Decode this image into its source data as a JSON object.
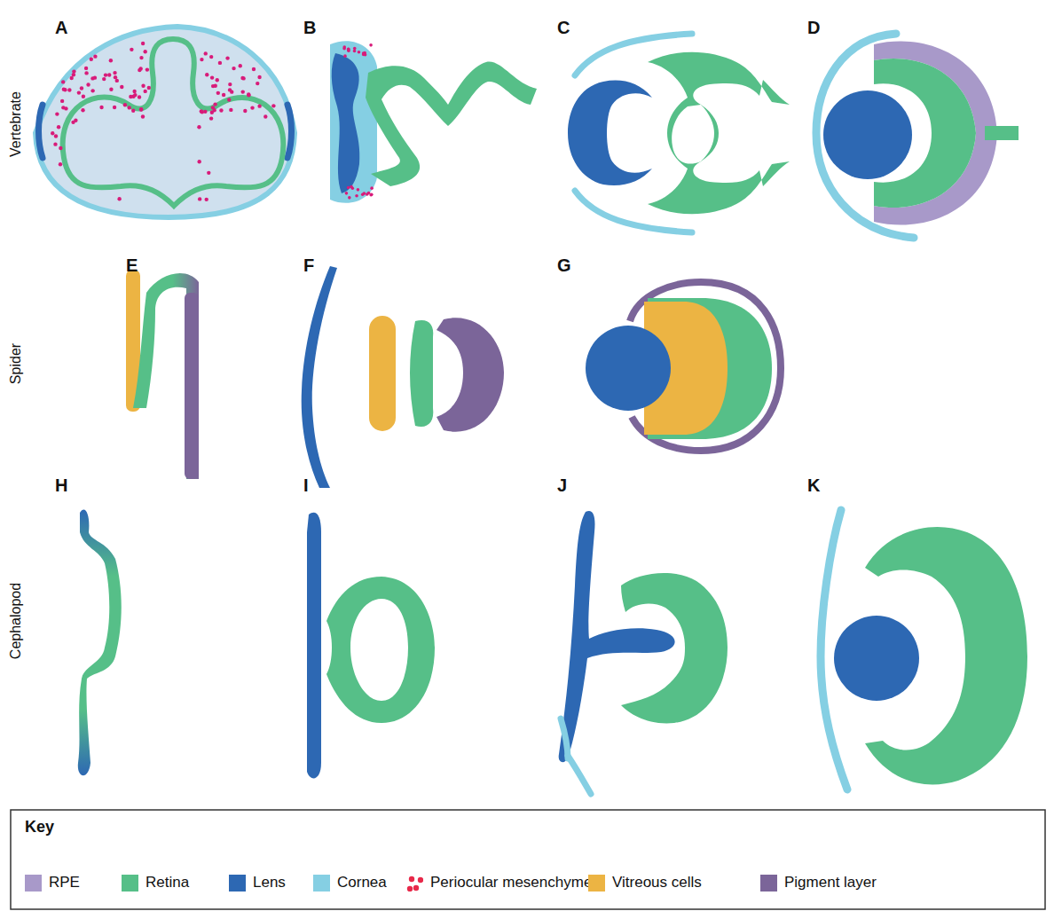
{
  "diagram": {
    "labels": [
      "A",
      "B",
      "C",
      "D",
      "E",
      "F",
      "G",
      "H",
      "I",
      "J",
      "K",
      "Vertebrate",
      "Spider",
      "Cephalopod",
      "Key"
    ],
    "legend": [
      {
        "text": "RPE",
        "color": "#a899c9"
      },
      {
        "text": "Retina",
        "color": "#56bf88"
      },
      {
        "text": "Lens",
        "color": "#2d68b3"
      },
      {
        "text": "Cornea",
        "color": "#85cfe3"
      },
      {
        "text": "Periocular mesenchyme"
      },
      {
        "text": "Vitreous cells",
        "color": "#ecb443"
      },
      {
        "text": "Pigment layer",
        "color": "#7b6599"
      }
    ]
  }
}
